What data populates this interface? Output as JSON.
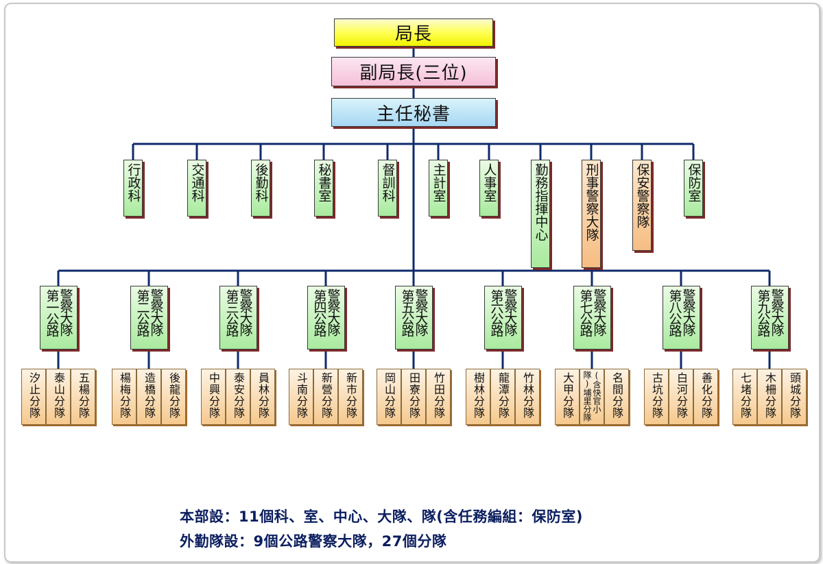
{
  "chief": "局長",
  "deputy": "副局長(三位)",
  "secretary": "主任秘書",
  "sections": [
    {
      "label": "行政科",
      "type": "section"
    },
    {
      "label": "交通科",
      "type": "section"
    },
    {
      "label": "後勤科",
      "type": "section"
    },
    {
      "label": "秘書室",
      "type": "section"
    },
    {
      "label": "督訓科",
      "type": "section"
    },
    {
      "label": "主計室",
      "type": "section"
    },
    {
      "label": "人事室",
      "type": "section"
    },
    {
      "label": "勤務指揮中心",
      "type": "section"
    },
    {
      "label": "刑事警察大隊",
      "type": "brigade"
    },
    {
      "label": "保安警察隊",
      "type": "brigade"
    },
    {
      "label": "保防室",
      "type": "section"
    }
  ],
  "brigades": [
    {
      "col_right": "警察大隊",
      "col_left": "第一公路",
      "squads": [
        "汐止分隊",
        "泰山分隊",
        "五楊分隊"
      ]
    },
    {
      "col_right": "警察大隊",
      "col_left": "第二公路",
      "squads": [
        "楊梅分隊",
        "造橋分隊",
        "後龍分隊"
      ]
    },
    {
      "col_right": "警察大隊",
      "col_left": "第三公路",
      "squads": [
        "中興分隊",
        "泰安分隊",
        "員林分隊"
      ]
    },
    {
      "col_right": "警察大隊",
      "col_left": "第四公路",
      "squads": [
        "斗南分隊",
        "新營分隊",
        "新市分隊"
      ]
    },
    {
      "col_right": "警察大隊",
      "col_left": "第五公路",
      "squads": [
        "岡山分隊",
        "田寮分隊",
        "竹田分隊"
      ]
    },
    {
      "col_right": "警察大隊",
      "col_left": "第六公路",
      "squads": [
        "樹林分隊",
        "龍潭分隊",
        "竹林分隊"
      ]
    },
    {
      "col_right": "警察大隊",
      "col_left": "第七公路",
      "squads": [
        "大甲分隊",
        "(含快官小隊)埔里分隊",
        "名間分隊"
      ]
    },
    {
      "col_right": "警察大隊",
      "col_left": "第八公路",
      "squads": [
        "古坑分隊",
        "白河分隊",
        "善化分隊"
      ]
    },
    {
      "col_right": "警察大隊",
      "col_left": "第九公路",
      "squads": [
        "七堵分隊",
        "木柵分隊",
        "頭城分隊"
      ]
    }
  ],
  "notes": [
    "本部設：11個科、室、中心、大隊、隊(含任務編組：保防室)",
    "外勤隊設：9個公路警察大隊，27個分隊"
  ],
  "colors": {
    "line": "#0f2a6b",
    "chief_fill": "#ffff55",
    "deputy_fill": "#f6c0d8",
    "secretary_fill": "#a6d7f3",
    "section_fill": "#a9ea9e",
    "brigade_fill": "#f6bd82",
    "squad_fill": "#f6c98e",
    "note_text": "#0b1e5f"
  }
}
